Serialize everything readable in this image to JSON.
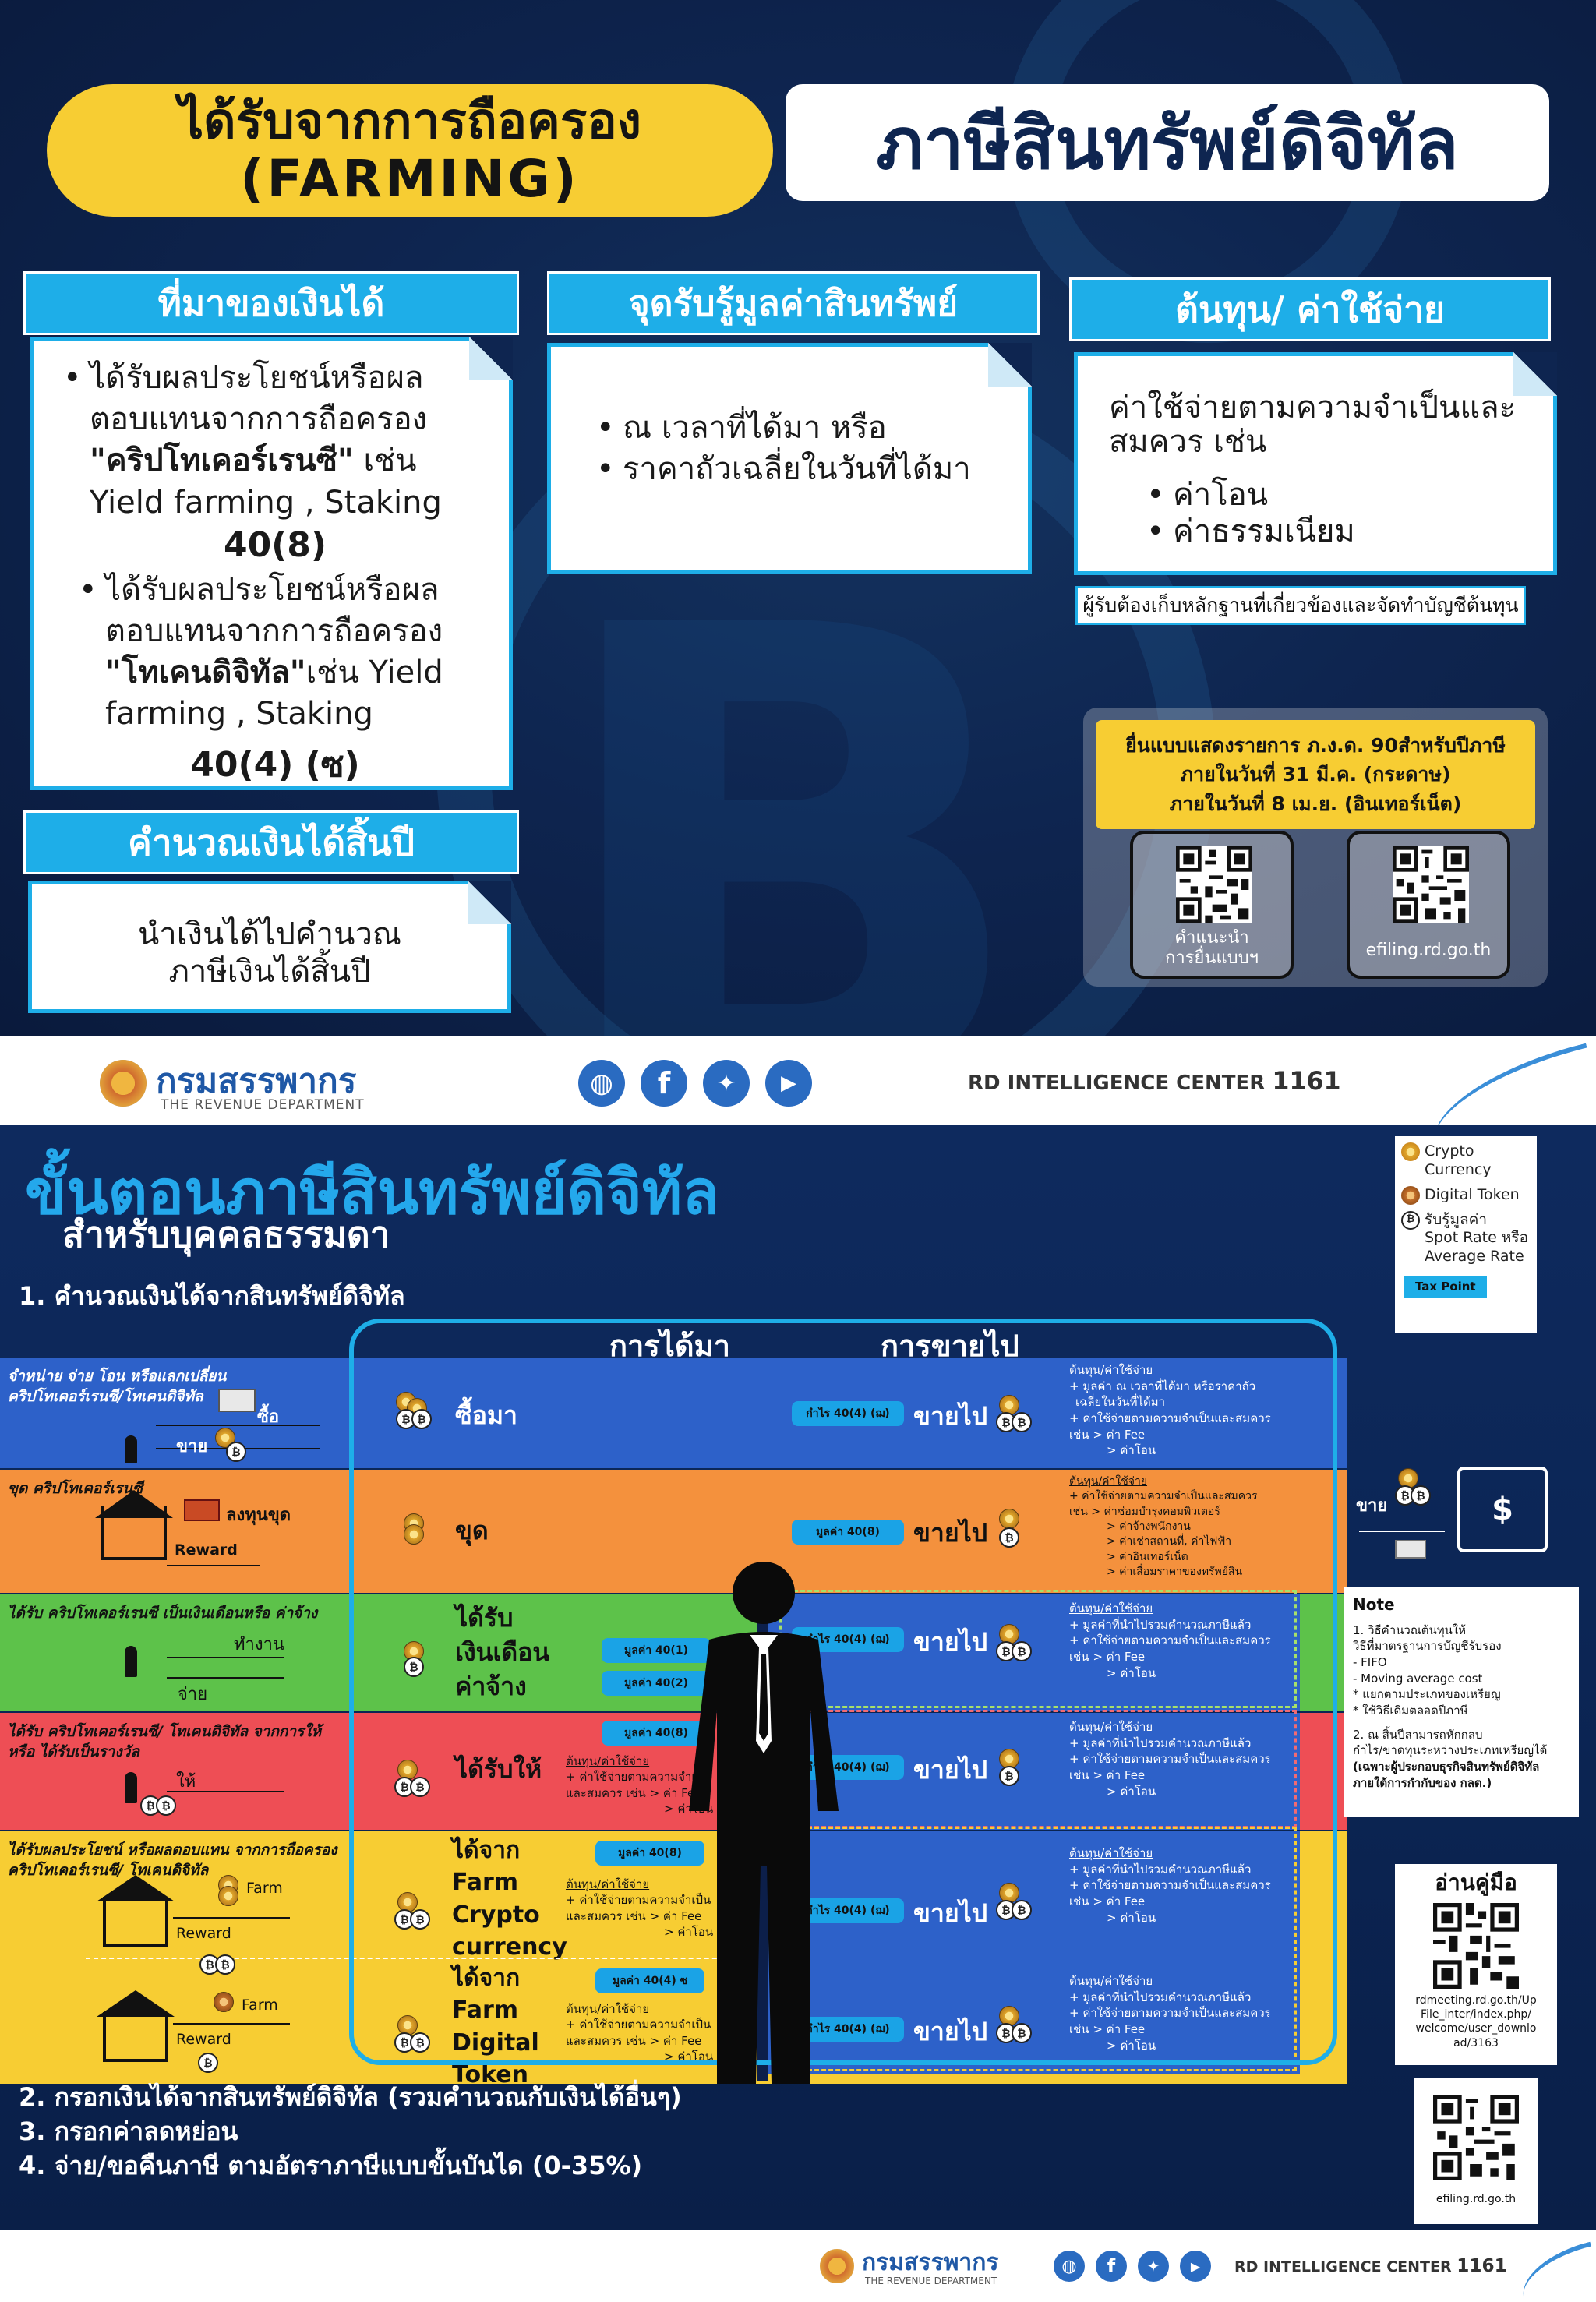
{
  "panel1": {
    "title_left_line1": "ได้รับจากการถือครอง",
    "title_left_line2": "(FARMING)",
    "title_right": "ภาษีสินทรัพย์ดิจิทัล",
    "col1_header": "ที่มาของเงินได้",
    "col1_b1_l1": "ได้รับผลประโยชน์หรือผล",
    "col1_b1_l2": "ตอบแทนจากการถือครอง",
    "col1_b1_l3_bold": "\"คริปโทเคอร์เรนซี\"",
    "col1_b1_l3_rest": " เช่น",
    "col1_b1_l4": "Yield farming , Staking",
    "col1_b1_code": "40(8)",
    "col1_b2_l1": "ได้รับผลประโยชน์หรือผล",
    "col1_b2_l2": "ตอบแทนจากการถือครอง",
    "col1_b2_l3_bold": "\"โทเคนดิจิทัล\"",
    "col1_b2_l3_rest": "เช่น Yield",
    "col1_b2_l4": "farming , Staking",
    "col1_b2_code": "40(4) (ซ)",
    "col2_header": "จุดรับรู้มูลค่าสินทรัพย์",
    "col2_b1": "ณ เวลาที่ได้มา หรือ",
    "col2_b2": "ราคาถัวเฉลี่ยในวันที่ได้มา",
    "col3_header": "ต้นทุน/ ค่าใช้จ่าย",
    "col3_l1": "ค่าใช้จ่ายตามความจำเป็นและ",
    "col3_l2": "สมควร เช่น",
    "col3_b1": "ค่าโอน",
    "col3_b2": "ค่าธรรมเนียม",
    "col3_note": "ผู้รับต้องเก็บหลักฐานที่เกี่ยวข้องและจัดทำบัญชีต้นทุน",
    "calc_header": "คำนวณเงินได้สิ้นปี",
    "calc_l1": "นำเงินได้ไปคำนวณ",
    "calc_l2": "ภาษีเงินได้สิ้นปี",
    "deadline_l1": "ยื่นแบบแสดงรายการ ภ.ง.ด. 90สำหรับปีภาษี",
    "deadline_l2": "ภายในวันที่ 31 มี.ค. (กระดาษ)",
    "deadline_l3": "ภายในวันที่ 8 เม.ย. (อินเทอร์เน็ต)",
    "qr1_caption_l1": "คำแนะนำ",
    "qr1_caption_l2": "การยื่นแบบฯ",
    "qr2_caption": "efiling.rd.go.th"
  },
  "footer": {
    "logo_th": "กรมสรรพากร",
    "logo_en": "THE REVENUE DEPARTMENT",
    "rd_text": "RD INTELLIGENCE CENTER",
    "rd_num": "1161"
  },
  "panel2": {
    "title": "ขั้นตอนภาษีสินทรัพย์ดิจิทัล",
    "subtitle": "สำหรับบุคคลธรรมดา",
    "legend_crypto": "Crypto Currency",
    "legend_token": "Digital Token",
    "legend_recognize_l1": "รับรู้มูลค่า",
    "legend_recognize_l2": "Spot Rate หรือ",
    "legend_recognize_l3": "Average Rate",
    "legend_taxpoint": "Tax Point",
    "step1": "1. คำนวณเงินได้จากสินทรัพย์ดิจิทัล",
    "col_acquire": "การได้มา",
    "col_sell": "การขายไป",
    "b1_left_l1": "จำหน่าย จ่าย โอน หรือแลกเปลี่ยน",
    "b1_left_l2": "คริปโทเคอร์เรนซี/โทเคนดิจิทัล",
    "b1_buy": "ซื้อ",
    "b1_sell": "ขาย",
    "b1_cat": "ซื้อมา",
    "b1_pill": "กำไร 40(4) (ฌ)",
    "b1_sellto": "ขายไป",
    "b1_cost": [
      "ต้นทุน/ค่าใช้จ่าย",
      "+ มูลค่า ณ เวลาที่ได้มา หรือราคาถัว",
      "เฉลี่ยในวันที่ได้มา",
      "+ ค่าใช้จ่ายตามความจำเป็นและสมควร",
      "เช่น  > ค่า Fee",
      "> ค่าโอน"
    ],
    "b2_left_l1": "ขุด คริปโทเคอร์เรนซี",
    "b2_invest": "ลงทุนขุด",
    "b2_reward": "Reward",
    "b2_cat": "ขุด",
    "b2_pill": "มูลค่า 40(8)",
    "b2_sellto": "ขายไป",
    "b2_cost": [
      "ต้นทุน/ค่าใช้จ่าย",
      "+ ค่าใช้จ่ายตามความจำเป็นและสมควร",
      "เช่น  > ค่าซ่อมบำรุงคอมพิวเตอร์",
      "> ค่าจ้างพนักงาน",
      "> ค่าเช่าสถานที่, ค่าไฟฟ้า",
      "> ค่าอินเทอร์เน็ต",
      "> ค่าเสื่อมราคาของทรัพย์สิน"
    ],
    "b2_right_sell": "ขาย",
    "b3_left_l1": "ได้รับ คริปโทเคอร์เรนซี เป็นเงินเดือนหรือ ค่าจ้าง",
    "b3_work": "ทำงาน",
    "b3_pay": "จ่าย",
    "b3_cat_l1": "ได้รับ",
    "b3_cat_l2": "เงินเดือน",
    "b3_cat_l3": "ค่าจ้าง",
    "b3_pill1": "มูลค่า 40(1)",
    "b3_pill2": "มูลค่า 40(2)",
    "b3_pill3": "กำไร 40(4) (ฌ)",
    "b3_sellto": "ขายไป",
    "b3_cost": [
      "ต้นทุน/ค่าใช้จ่าย",
      "+ มูลค่าที่นำไปรวมคำนวณภาษีแล้ว",
      "+ ค่าใช้จ่ายตามความจำเป็นและสมควร",
      "เช่น  > ค่า Fee",
      "> ค่าโอน"
    ],
    "b4_left_l1": "ได้รับ คริปโทเคอร์เรนซี/ โทเคนดิจิทัล จากการให้",
    "b4_left_l2": "หรือ ได้รับเป็นรางวัล",
    "b4_give": "ให้",
    "b4_cat": "ได้รับให้",
    "b4_pill1": "มูลค่า 40(8)",
    "b4_pill2": "กำไร 40(4) (ฌ)",
    "b4_sellto": "ขายไป",
    "b4_small": [
      "ต้นทุน/ค่าใช้จ่าย",
      "+ ค่าใช้จ่ายตามความจำเป็น",
      "และสมควร เช่น  > ค่า Fee",
      "> ค่าโอน"
    ],
    "b4_cost": [
      "ต้นทุน/ค่าใช้จ่าย",
      "+ มูลค่าที่นำไปรวมคำนวณภาษีแล้ว",
      "+ ค่าใช้จ่ายตามความจำเป็นและสมควร",
      "เช่น  > ค่า Fee",
      "> ค่าโอน"
    ],
    "b5_left_l1": "ได้รับผลประโยชน์ หรือผลตอบแทน จากการถือครอง",
    "b5_left_l2": "คริปโทเคอร์เรนซี/ โทเคนดิจิทัล",
    "b5_farm": "Farm",
    "b5_reward": "Reward",
    "b5_cat_l1": "ได้จาก",
    "b5_cat_l2": "Farm",
    "b5_cat_l3": "Crypto",
    "b5_cat_l4": "currency",
    "b5_pill1": "มูลค่า 40(8)",
    "b5_pill2": "กำไร 40(4) (ฌ)",
    "b5_sellto": "ขายไป",
    "b5_small": [
      "ต้นทุน/ค่าใช้จ่าย",
      "+ ค่าใช้จ่ายตามความจำเป็น",
      "และสมควร เช่น  > ค่า Fee",
      "> ค่าโอน"
    ],
    "b5_cost": [
      "ต้นทุน/ค่าใช้จ่าย",
      "+ มูลค่าที่นำไปรวมคำนวณภาษีแล้ว",
      "+ ค่าใช้จ่ายตามความจำเป็นและสมควร",
      "เช่น  > ค่า Fee",
      "> ค่าโอน"
    ],
    "b6_farm": "Farm",
    "b6_reward": "Reward",
    "b6_cat_l1": "ได้จาก",
    "b6_cat_l2": "Farm",
    "b6_cat_l3": "Digital",
    "b6_cat_l4": "Token",
    "b6_pill1": "มูลค่า 40(4) ซ",
    "b6_pill2": "กำไร 40(4) (ฌ)",
    "b6_sellto": "ขายไป",
    "b6_small": [
      "ต้นทุน/ค่าใช้จ่าย",
      "+ ค่าใช้จ่ายตามความจำเป็น",
      "และสมควร เช่น  > ค่า Fee",
      "> ค่าโอน"
    ],
    "b6_cost": [
      "ต้นทุน/ค่าใช้จ่าย",
      "+ มูลค่าที่นำไปรวมคำนวณภาษีแล้ว",
      "+ ค่าใช้จ่ายตามความจำเป็นและสมควร",
      "เช่น  > ค่า Fee",
      "> ค่าโอน"
    ],
    "note_title": "Note",
    "note_lines": [
      "1. วิธีคำนวณต้นทุนให้",
      "วิธีที่มาตรฐานการบัญชีรับรอง",
      "- FIFO",
      "- Moving average cost",
      "* แยกตามประเภทของเหรียญ",
      "* ใช้วิธีเดิมตลอดปีภาษี",
      "",
      "2. ณ สิ้นปีสามารถหักกลบ",
      "กำไร/ขาดทุนระหว่างประเภทเหรียญได้",
      "(เฉพาะผู้ประกอบธุรกิจสินทรัพย์ดิจิทัล",
      "ภายใต้การกำกับของ กลต.)"
    ],
    "manual_title": "อ่านคู่มือ",
    "manual_url": [
      "rdmeeting.rd.go.th/Up",
      "File_inter/index.php/",
      "welcome/user_downlo",
      "ad/3163"
    ],
    "efiling": "efiling.rd.go.th",
    "step2": "2. กรอกเงินได้จากสินทรัพย์ดิจิทัล (รวมคำนวณกับเงินได้อื่นๆ)",
    "step3": "3. กรอกค่าลดหย่อน",
    "step4": "4. จ่าย/ขอคืนภาษี ตามอัตราภาษีแบบขั้นบันได (0-35%)"
  },
  "colors": {
    "navy": "#0b1a3e",
    "cyan": "#1eaee8",
    "yellow": "#f7cd33",
    "orange": "#f4913d",
    "green": "#5dc24a",
    "red": "#ee4e55",
    "blue": "#2d61c9"
  }
}
